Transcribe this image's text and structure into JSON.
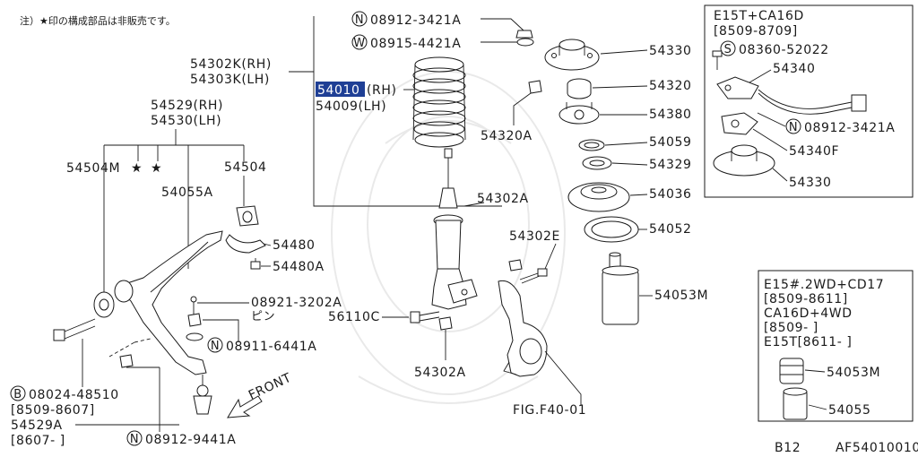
{
  "note": "注）★印の構成部品は非販売です。",
  "callouts": {
    "c08912_3421A": "08912-3421A",
    "c08915_4421A": "08915-4421A",
    "c54302K": "54302K(RH)",
    "c54303K": "54303K(LH)",
    "c54010": "54010",
    "c54010_side": "(RH)",
    "c54009": "54009(LH)",
    "c54330": "54330",
    "c54320": "54320",
    "c54380": "54380",
    "c54320A": "54320A",
    "c54059": "54059",
    "c54329": "54329",
    "c54036": "54036",
    "c54052": "54052",
    "c54053M": "54053M",
    "c54529": "54529(RH)",
    "c54530": "54530(LH)",
    "c54504M": "54504M",
    "c54504": "54504",
    "c54055A": "54055A",
    "c54480": "54480",
    "c54480A": "54480A",
    "c08921": "08921-3202A",
    "c08921_sub": "ピン",
    "c08911": "08911-6441A",
    "c54302A_top": "54302A",
    "c54302E": "54302E",
    "c56110C": "56110C",
    "c54302A_bot": "54302A",
    "c08024": "08024-48510",
    "c08024_date": "[8509-8607]",
    "c54529A": "54529A",
    "c54529A_date": "[8607-      ]",
    "c08912_9441A": "08912-9441A",
    "cFIG": "FIG.F40-01",
    "front": "FRONT"
  },
  "inset1": {
    "title": "E15T+CA16D",
    "date": "[8509-8709]",
    "c08360": "08360-52022",
    "c54340": "54340",
    "c08912": "08912-3421A",
    "c54340F": "54340F",
    "c54330": "54330"
  },
  "inset2": {
    "line1": "E15#.2WD+CD17",
    "line2": "[8509-8611]",
    "line3": "CA16D+4WD",
    "line4": "[8509-      ]",
    "line5": "E15T[8611-      ]",
    "c54053M": "54053M",
    "c54055": "54055"
  },
  "footer": {
    "page": "B12",
    "code": "AF54010010"
  },
  "symbols": {
    "N": "N",
    "W": "W",
    "S": "S",
    "B": "B",
    "star": "★"
  },
  "colors": {
    "highlight": "#1f3f95",
    "line": "#1a1a1a"
  }
}
